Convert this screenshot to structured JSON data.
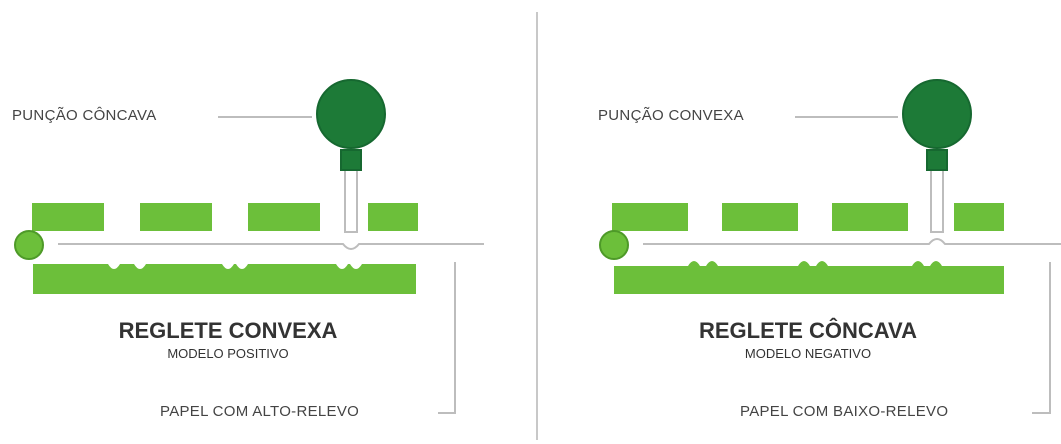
{
  "colors": {
    "green_light": "#6cbf3a",
    "green_dark": "#1d7a37",
    "green_dark_stroke": "#166830",
    "line": "#bdbdbd",
    "text": "#333333"
  },
  "left": {
    "punch_label": "PUNÇÃO CÔNCAVA",
    "title": "REGLETE CONVEXA",
    "subtitle": "MODELO POSITIVO",
    "paper_label": "PAPEL COM ALTO-RELEVO"
  },
  "right": {
    "punch_label": "PUNÇÃO CONVEXA",
    "title": "REGLETE CÔNCAVA",
    "subtitle": "MODELO NEGATIVO",
    "paper_label": "PAPEL COM BAIXO-RELEVO"
  }
}
